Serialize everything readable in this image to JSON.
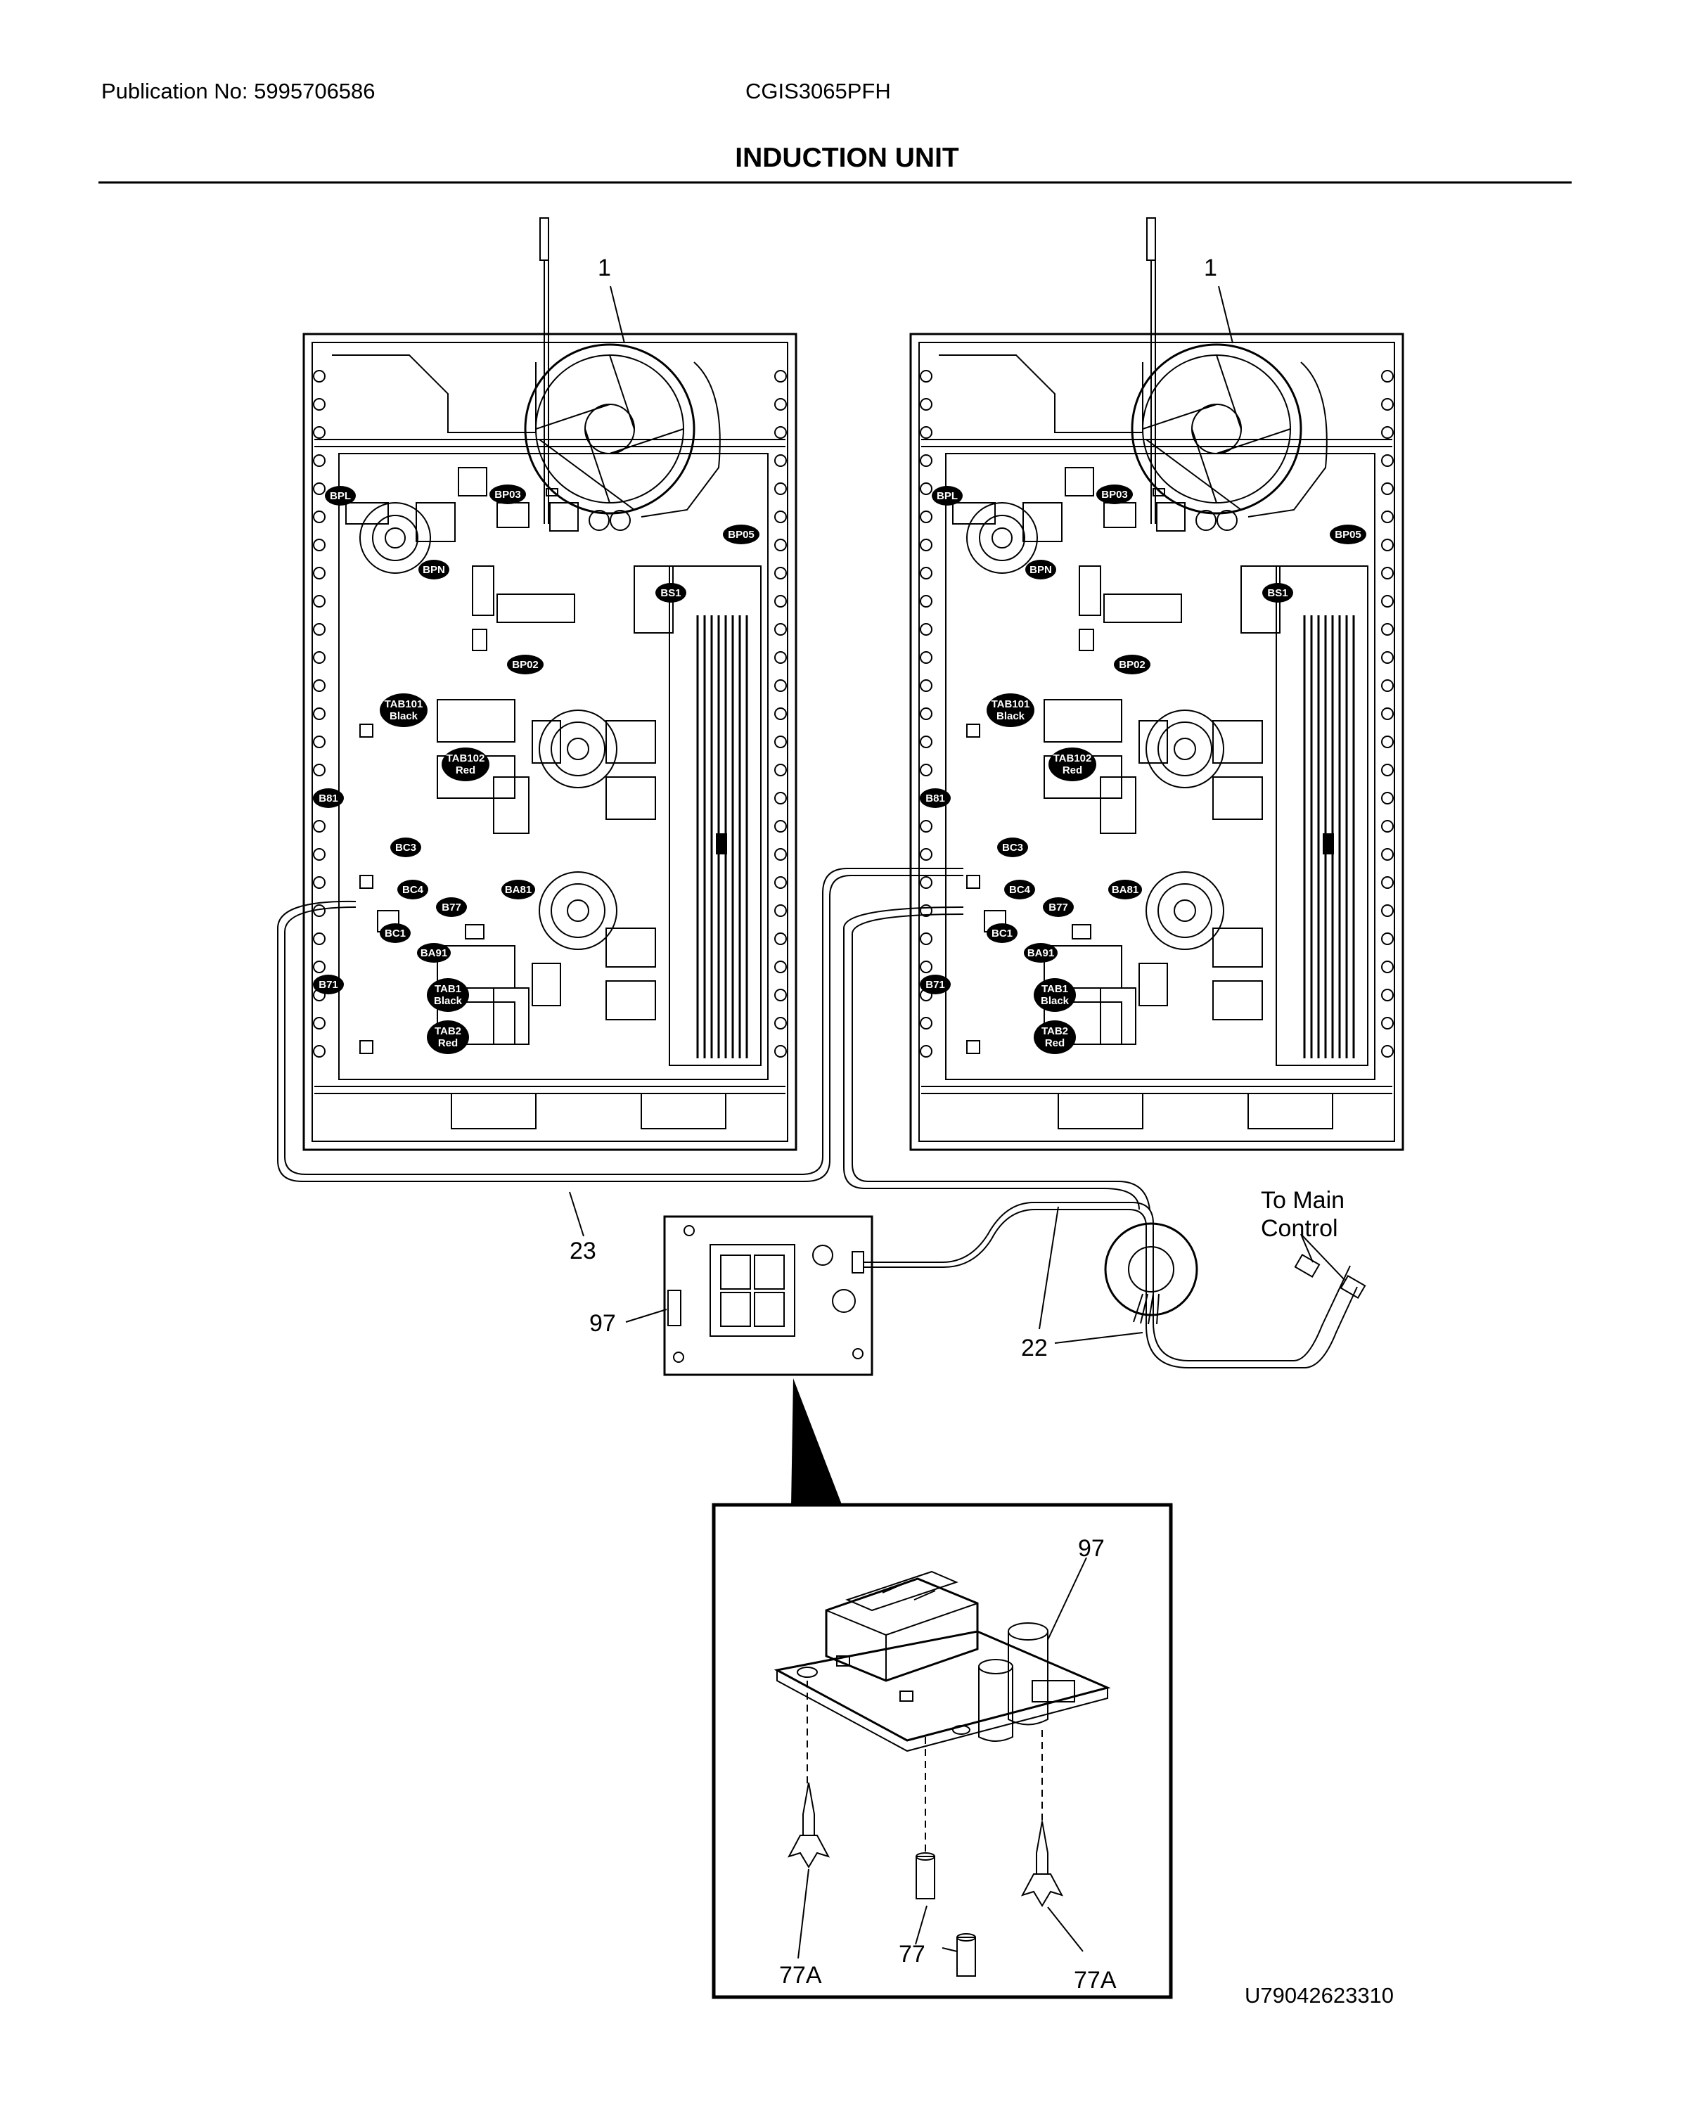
{
  "header": {
    "publication": "Publication No: 5995706586",
    "model": "CGIS3065PFH",
    "title": "INDUCTION UNIT"
  },
  "callouts": {
    "part_1": "1",
    "part_23": "23",
    "part_22": "22",
    "part_97": "97",
    "part_77": "77",
    "part_77a": "77A",
    "to_main_control_line1": "To Main",
    "to_main_control_line2": "Control"
  },
  "connector_tags": {
    "bpl": "BPL",
    "bp03": "BP03",
    "bp05": "BP05",
    "bpn": "BPN",
    "bs1": "BS1",
    "bp02": "BP02",
    "tab101_1": "TAB101",
    "tab101_2": "Black",
    "tab102_1": "TAB102",
    "tab102_2": "Red",
    "b81": "B81",
    "bc3": "BC3",
    "bc4": "BC4",
    "b77": "B77",
    "ba81": "BA81",
    "bc1": "BC1",
    "ba91": "BA91",
    "b71": "B71",
    "tab1_1": "TAB1",
    "tab1_2": "Black",
    "tab2_1": "TAB2",
    "tab2_2": "Red"
  },
  "figure_id": "U79042623310"
}
